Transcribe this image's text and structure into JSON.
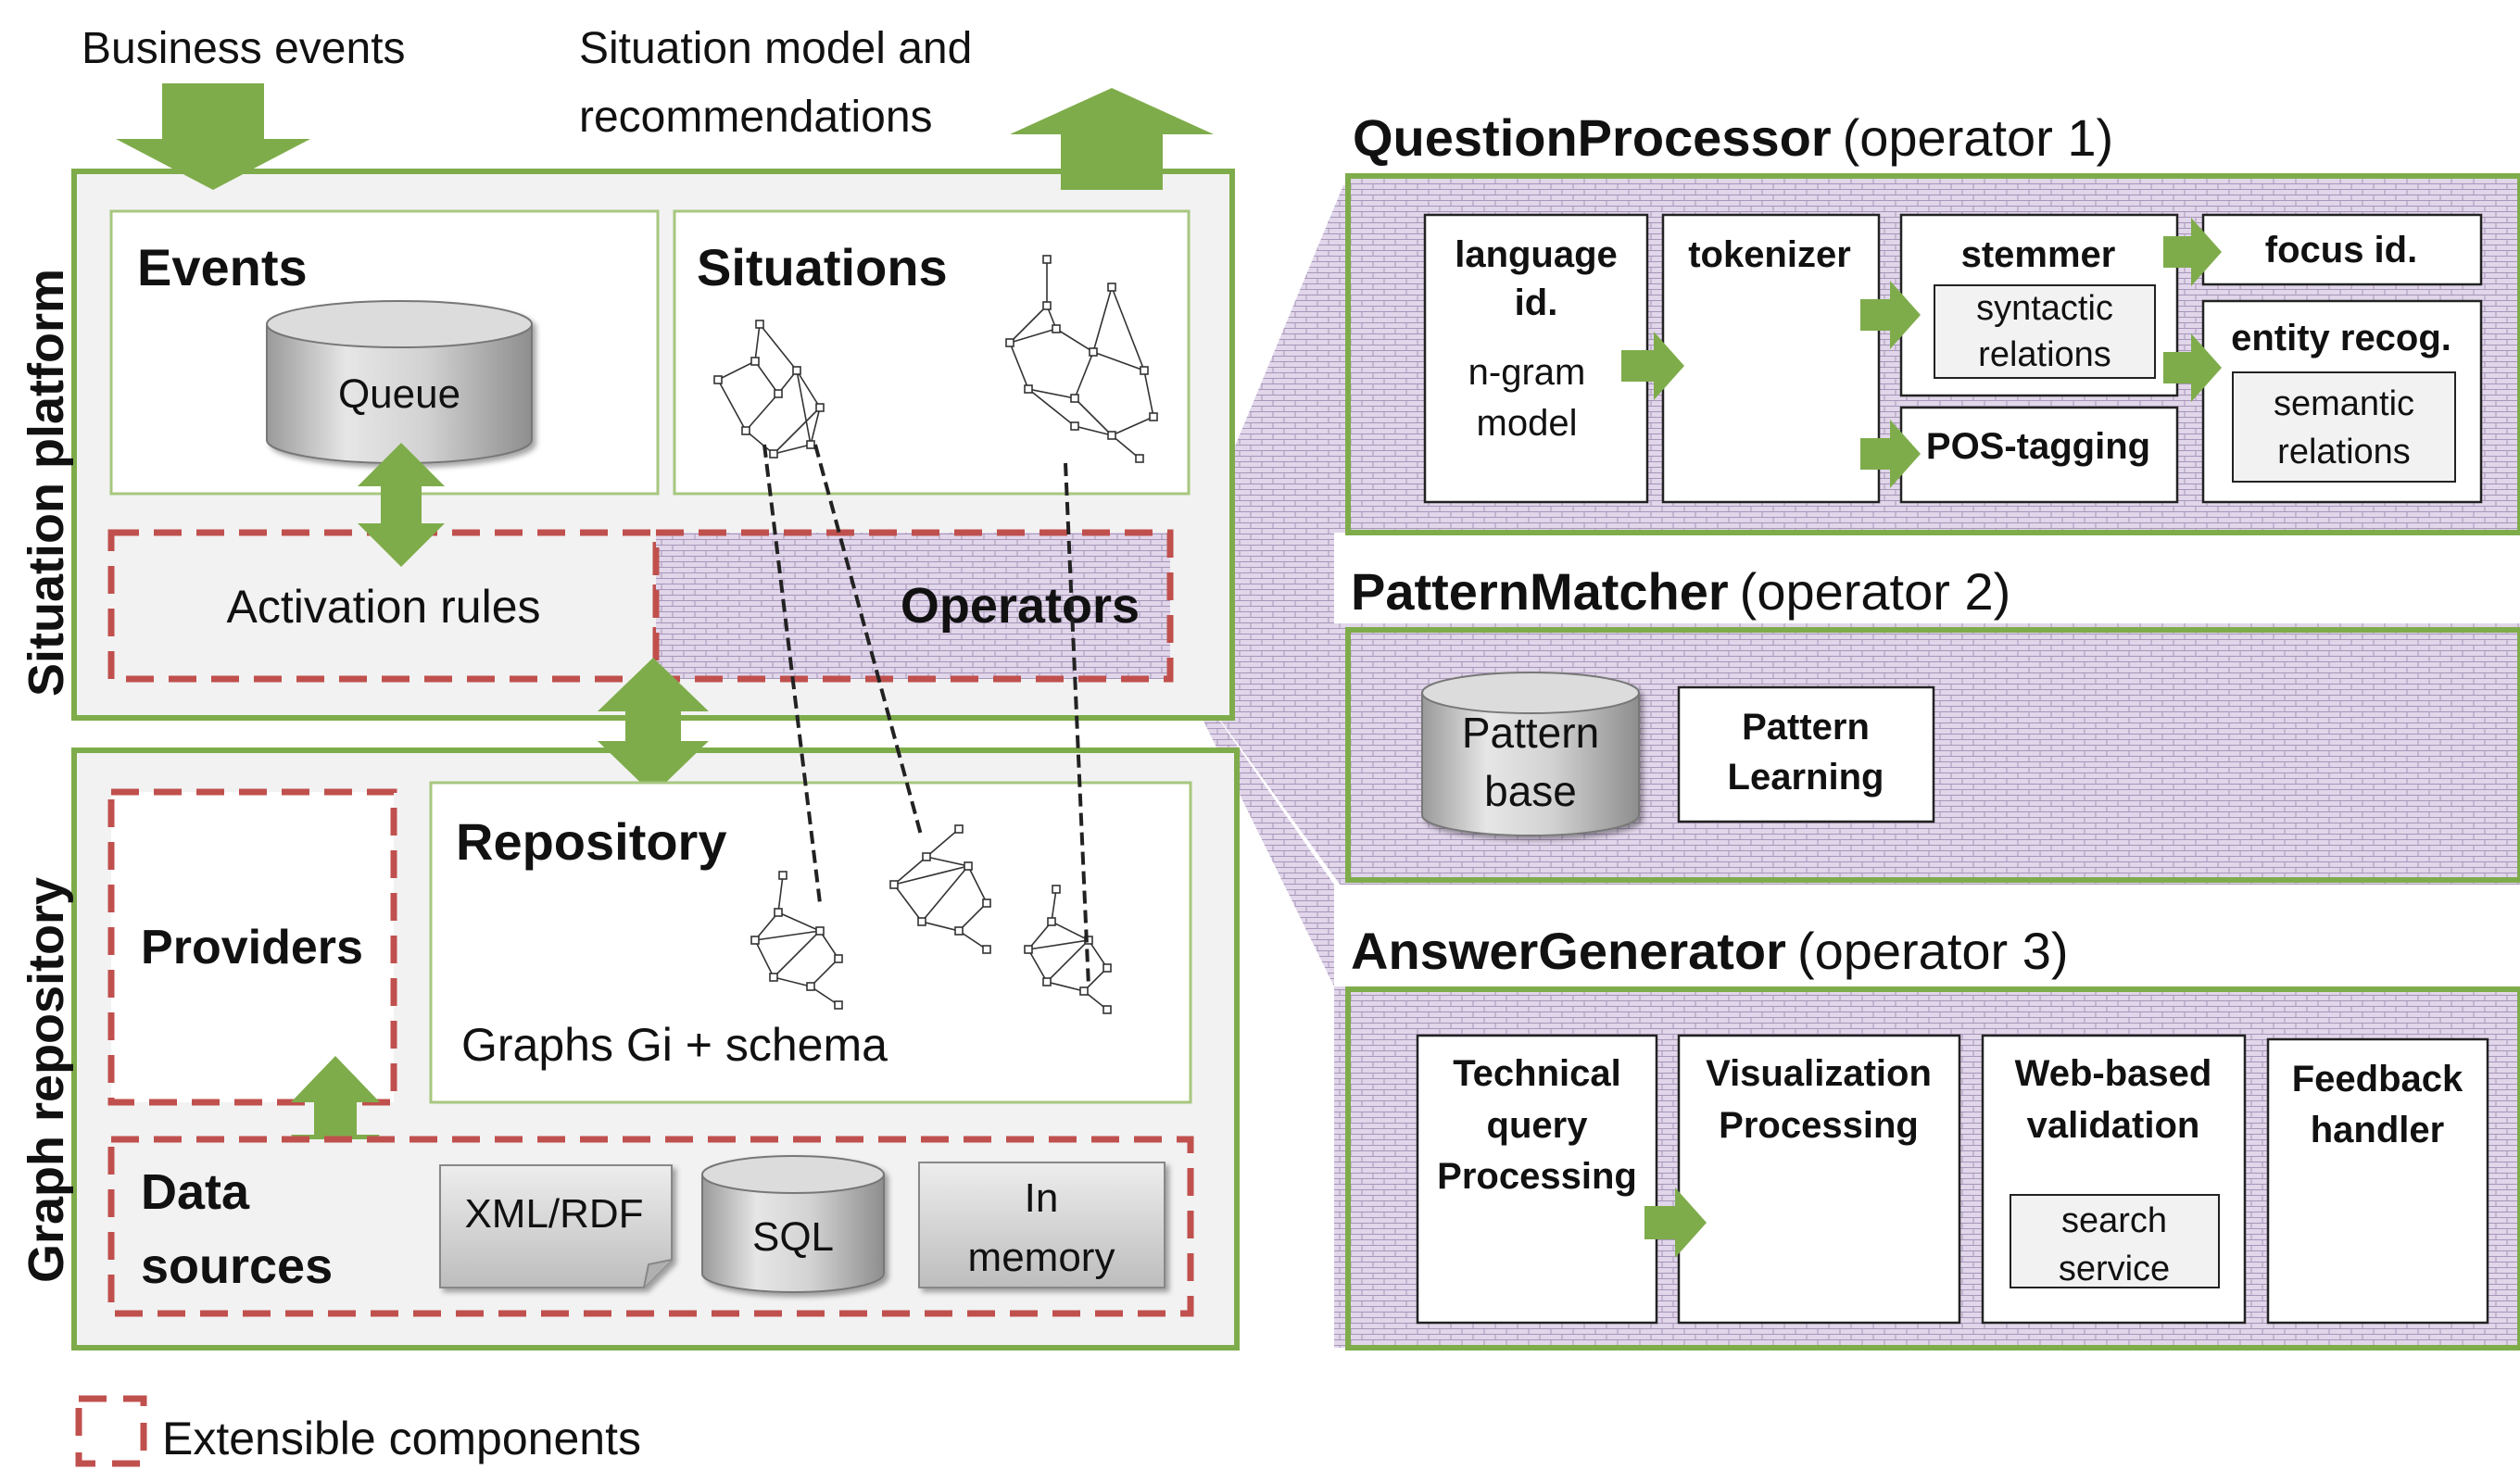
{
  "top": {
    "business_events": "Business events",
    "situation_model_line1": "Situation model and",
    "situation_model_line2": "recommendations"
  },
  "situation_platform": {
    "side_label": "Situation platform",
    "events_title": "Events",
    "queue_label": "Queue",
    "situations_title": "Situations",
    "activation_rules": "Activation rules",
    "operators": "Operators"
  },
  "graph_repository": {
    "side_label": "Graph repository",
    "providers": "Providers",
    "repository_title": "Repository",
    "graphs_label": "Graphs Gi + schema",
    "data_sources_line1": "Data",
    "data_sources_line2": "sources",
    "xml_rdf": "XML/RDF",
    "sql": "SQL",
    "in_memory_line1": "In",
    "in_memory_line2": "memory"
  },
  "legend": {
    "extensible": "Extensible components"
  },
  "question_processor": {
    "name": "QuestionProcessor",
    "operator": "(operator 1)",
    "language_id_line1": "language",
    "language_id_line2": "id.",
    "ngram_line1": "n-gram",
    "ngram_line2": "model",
    "tokenizer": "tokenizer",
    "stemmer": "stemmer",
    "syntactic_line1": "syntactic",
    "syntactic_line2": "relations",
    "pos_tagging": "POS-tagging",
    "focus_id": "focus id.",
    "entity_recog": "entity recog.",
    "semantic_line1": "semantic",
    "semantic_line2": "relations"
  },
  "pattern_matcher": {
    "name": "PatternMatcher",
    "operator": "(operator 2)",
    "pattern_base_line1": "Pattern",
    "pattern_base_line2": "base",
    "pattern_learning_line1": "Pattern",
    "pattern_learning_line2": "Learning"
  },
  "answer_generator": {
    "name": "AnswerGenerator",
    "operator": "(operator 3)",
    "technical_line1": "Technical",
    "technical_line2": "query",
    "technical_line3": "Processing",
    "visualization_line1": "Visualization",
    "visualization_line2": "Processing",
    "web_line1": "Web-based",
    "web_line2": "validation",
    "search_line1": "search",
    "search_line2": "service",
    "feedback_line1": "Feedback",
    "feedback_line2": "handler"
  },
  "colors": {
    "green": "#7FAC4B",
    "red_dash": "#C0504D",
    "pattern_bg": "#D9CDE2",
    "panel_bg": "#F2F2F2"
  }
}
